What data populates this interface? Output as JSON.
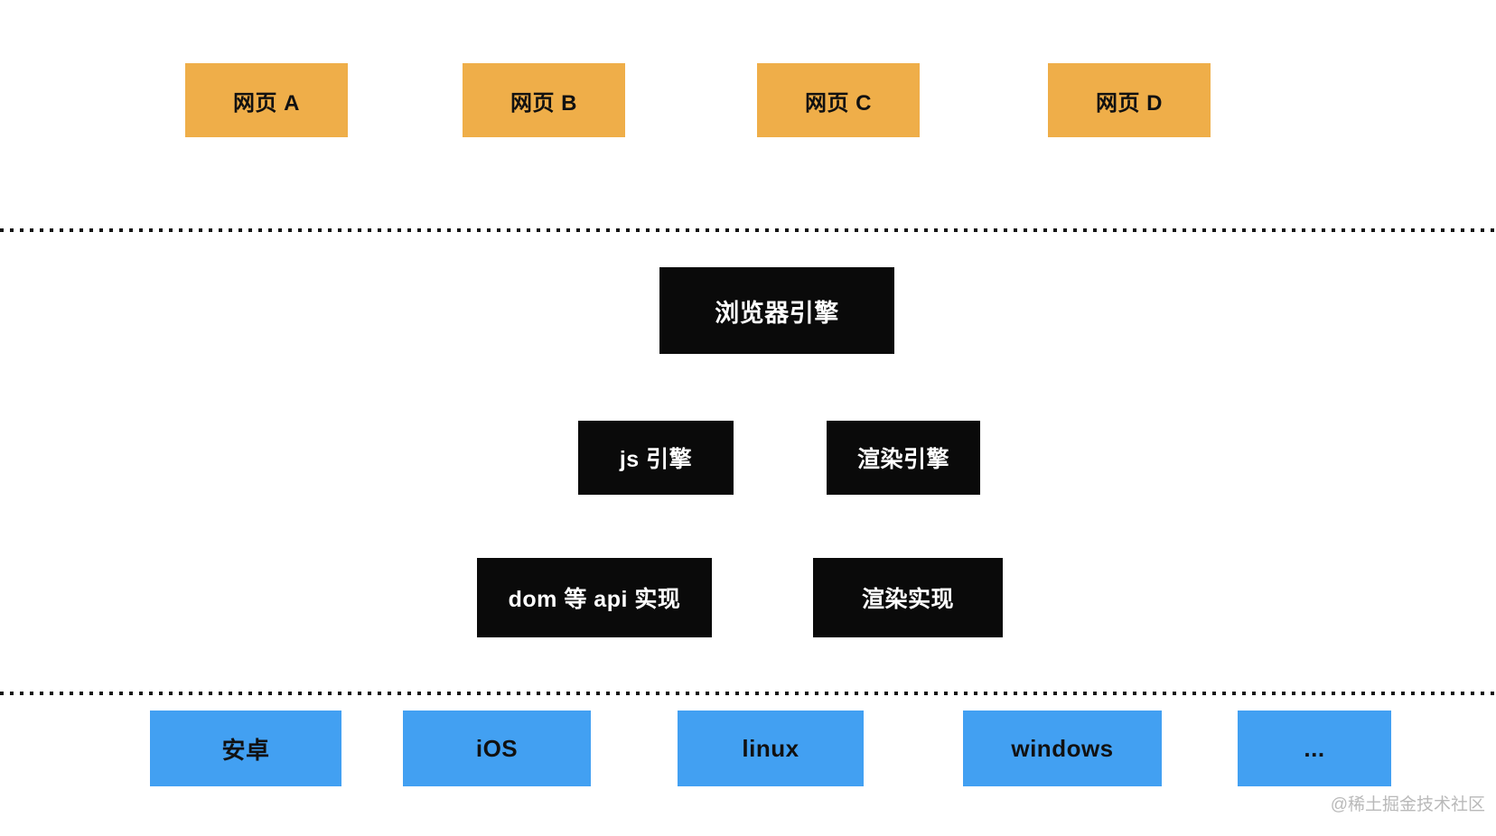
{
  "webpages": [
    {
      "label": "网页 A"
    },
    {
      "label": "网页 B"
    },
    {
      "label": "网页 C"
    },
    {
      "label": "网页 D"
    }
  ],
  "browser_engine": {
    "label": "浏览器引擎"
  },
  "engines": [
    {
      "label": "js 引擎"
    },
    {
      "label": "渲染引擎"
    }
  ],
  "implementations": [
    {
      "label": "dom 等 api 实现"
    },
    {
      "label": "渲染实现"
    }
  ],
  "platforms": [
    {
      "label": "安卓"
    },
    {
      "label": "iOS"
    },
    {
      "label": "linux"
    },
    {
      "label": "windows"
    },
    {
      "label": "..."
    }
  ],
  "watermark": "@稀土掘金技术社区",
  "colors": {
    "webpage_box": "#efae49",
    "engine_box": "#0a0a0a",
    "platform_box": "#42a0f2",
    "engine_text": "#ffffff",
    "box_text": "#111111",
    "separator_dots": "#141414",
    "watermark_text": "#b9b9b9",
    "background": "#ffffff"
  }
}
